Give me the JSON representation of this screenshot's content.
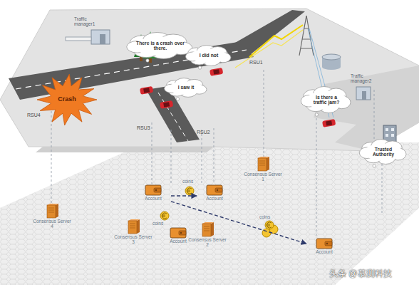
{
  "diagram": {
    "nodes": [
      {
        "text": [
          "There is a crash over there."
        ]
      },
      {
        "text": [
          "I did not"
        ]
      },
      {
        "text": [
          "I saw it"
        ]
      },
      {
        "text": [
          "Crash"
        ]
      },
      {
        "text": [
          "Is there a traffic jam?"
        ]
      },
      {
        "text": [
          "Trusted Authority"
        ]
      },
      {
        "text": [
          "Consensus Server 1"
        ]
      },
      {
        "text": [
          "Account"
        ]
      },
      {
        "text": [
          "Account"
        ]
      },
      {
        "text": [
          "Consensus Server 4"
        ]
      },
      {
        "text": [
          "Consensus Server 3"
        ]
      },
      {
        "text": [
          "Account"
        ]
      },
      {
        "text": [
          "Consensus Server 2"
        ]
      },
      {
        "text": [
          "Account"
        ]
      }
    ],
    "edges": [
      {
        "from": 7,
        "to": 8,
        "label": "coins",
        "arrow": "to"
      },
      {
        "from": 7,
        "to": 13,
        "label": "coins",
        "arrow": "to"
      }
    ],
    "labels": [
      "Traffic manager1",
      "Traffic manager2",
      "RSU4",
      "RSU3",
      "RSU2",
      "RSU1",
      "coins",
      "头条 @慕测科技"
    ]
  }
}
